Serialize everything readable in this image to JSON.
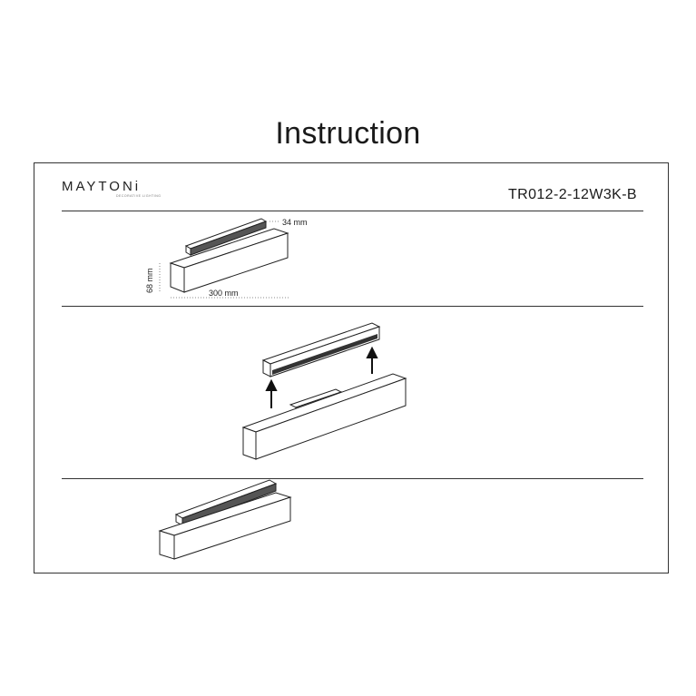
{
  "title": "Instruction",
  "brand": {
    "name": "MAYTONi",
    "tagline": "DECORATIVE LIGHTING"
  },
  "model": "TR012-2-12W3K-B",
  "dimensions": {
    "depth": "34 mm",
    "height": "68 mm",
    "length": "300 mm"
  }
}
